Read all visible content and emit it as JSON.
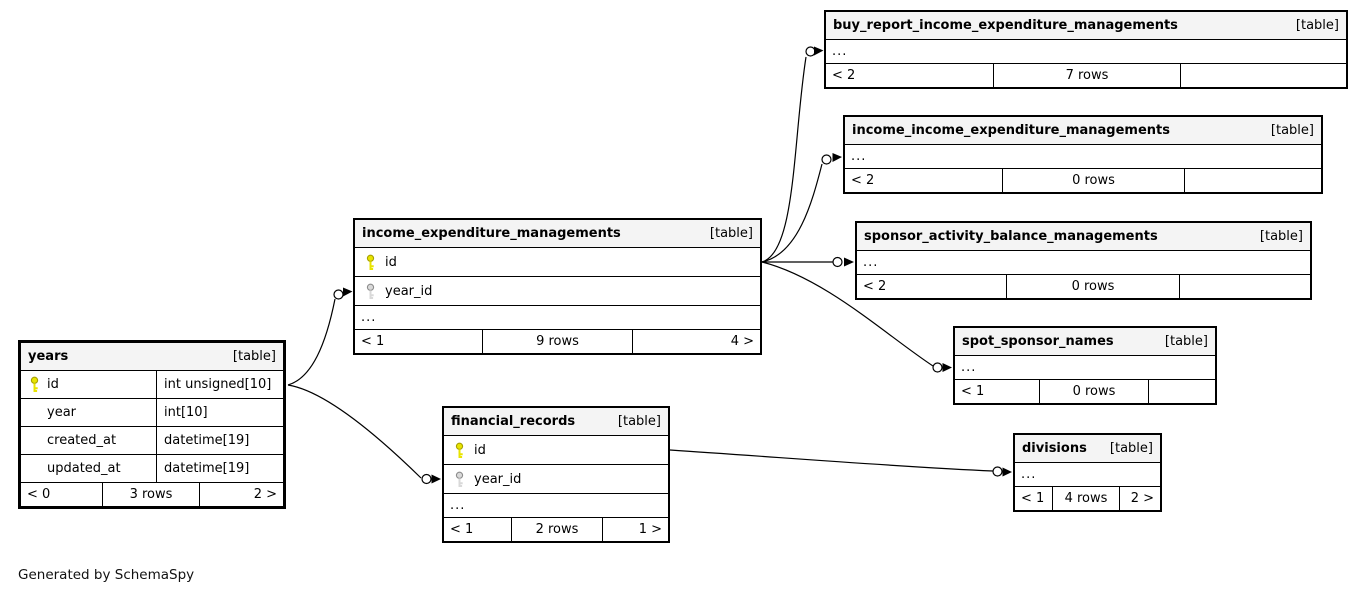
{
  "diagram": {
    "generator_note": "Generated by SchemaSpy"
  },
  "tables": {
    "years": {
      "name": "years",
      "badge": "[table]",
      "columns": [
        {
          "key": "primary",
          "name": "id",
          "type": "int unsigned[10]"
        },
        {
          "key": "",
          "name": "year",
          "type": "int[10]"
        },
        {
          "key": "",
          "name": "created_at",
          "type": "datetime[19]"
        },
        {
          "key": "",
          "name": "updated_at",
          "type": "datetime[19]"
        }
      ],
      "footer": {
        "left": "< 0",
        "center": "3 rows",
        "right": "2 >"
      }
    },
    "income_expenditure_managements": {
      "name": "income_expenditure_managements",
      "badge": "[table]",
      "columns": [
        {
          "key": "primary",
          "name": "id"
        },
        {
          "key": "foreign",
          "name": "year_id"
        }
      ],
      "ellipsis": "...",
      "footer": {
        "left": "< 1",
        "center": "9 rows",
        "right": "4 >"
      }
    },
    "financial_records": {
      "name": "financial_records",
      "badge": "[table]",
      "columns": [
        {
          "key": "primary",
          "name": "id"
        },
        {
          "key": "foreign",
          "name": "year_id"
        }
      ],
      "ellipsis": "...",
      "footer": {
        "left": "< 1",
        "center": "2 rows",
        "right": "1 >"
      }
    },
    "buy_report_income_expenditure_managements": {
      "name": "buy_report_income_expenditure_managements",
      "badge": "[table]",
      "ellipsis": "...",
      "footer": {
        "left": "< 2",
        "center": "7 rows",
        "right": ""
      }
    },
    "income_income_expenditure_managements": {
      "name": "income_income_expenditure_managements",
      "badge": "[table]",
      "ellipsis": "...",
      "footer": {
        "left": "< 2",
        "center": "0 rows",
        "right": ""
      }
    },
    "sponsor_activity_balance_managements": {
      "name": "sponsor_activity_balance_managements",
      "badge": "[table]",
      "ellipsis": "...",
      "footer": {
        "left": "< 2",
        "center": "0 rows",
        "right": ""
      }
    },
    "spot_sponsor_names": {
      "name": "spot_sponsor_names",
      "badge": "[table]",
      "ellipsis": "...",
      "footer": {
        "left": "< 1",
        "center": "0 rows",
        "right": ""
      }
    },
    "divisions": {
      "name": "divisions",
      "badge": "[table]",
      "ellipsis": "...",
      "footer": {
        "left": "< 1",
        "center": "4 rows",
        "right": "2 >"
      }
    }
  },
  "relationships": [
    {
      "parent": "years.id",
      "child": "income_expenditure_managements.year_id"
    },
    {
      "parent": "years.id",
      "child": "financial_records.year_id"
    },
    {
      "parent": "income_expenditure_managements.id",
      "child": "buy_report_income_expenditure_managements"
    },
    {
      "parent": "income_expenditure_managements.id",
      "child": "income_income_expenditure_managements"
    },
    {
      "parent": "income_expenditure_managements.id",
      "child": "sponsor_activity_balance_managements"
    },
    {
      "parent": "income_expenditure_managements.id",
      "child": "spot_sponsor_names"
    },
    {
      "parent": "financial_records.id",
      "child": "divisions"
    }
  ],
  "colors": {
    "primary_key": "#e8e400",
    "primary_key_stroke": "#a6a000",
    "foreign_key": "#d9d9d9",
    "foreign_key_stroke": "#8c8c8c",
    "header_bg": "#f4f4f4",
    "line": "#000000"
  }
}
